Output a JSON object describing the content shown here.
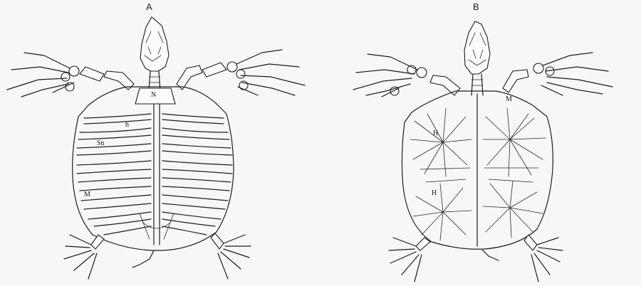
{
  "figures": [
    {
      "panel": "A",
      "labels": {
        "n": "N",
        "h": "h",
        "sn": "Sn",
        "m": "M"
      }
    },
    {
      "panel": "B",
      "labels": {
        "h": "H",
        "m": "M",
        "hy": "H"
      }
    }
  ]
}
